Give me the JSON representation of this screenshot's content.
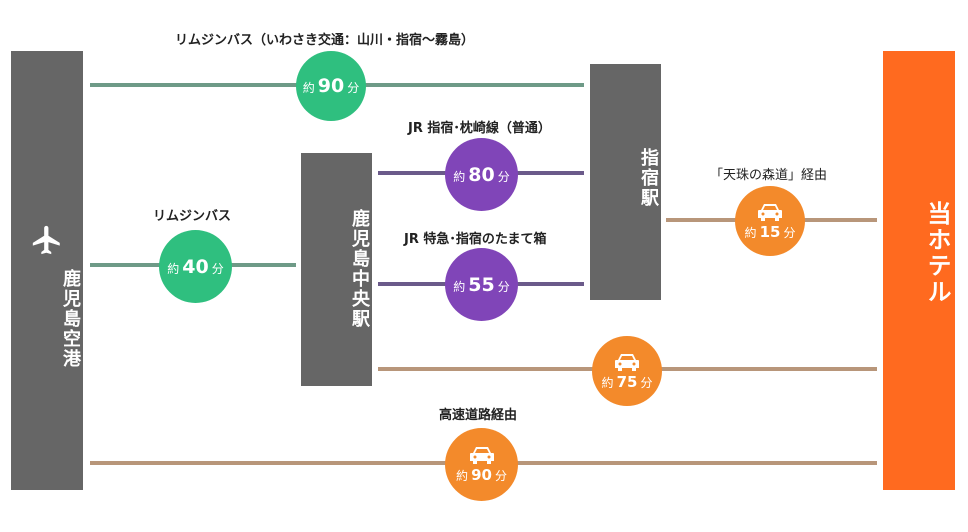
{
  "stations": {
    "airport": "鹿児島空港",
    "chuo": "鹿児島中央駅",
    "ibusuki": "指宿駅",
    "hotel": "当ホテル"
  },
  "routes": {
    "bus_top": {
      "label": "リムジンバス（いわさき交通：山川・指宿〜霧島）",
      "prefix": "約",
      "value": "90",
      "unit": "分"
    },
    "bus_mid": {
      "label": "リムジンバス",
      "prefix": "約",
      "value": "40",
      "unit": "分"
    },
    "jr_local": {
      "label": "JR 指宿･枕崎線（普通）",
      "prefix": "約",
      "value": "80",
      "unit": "分"
    },
    "jr_express": {
      "label": "JR 特急･指宿のたまて箱",
      "prefix": "約",
      "value": "55",
      "unit": "分"
    },
    "car_forest": {
      "label": "「天珠の森道」経由",
      "prefix": "約",
      "value": "15",
      "unit": "分"
    },
    "car_chuo": {
      "prefix": "約",
      "value": "75",
      "unit": "分"
    },
    "car_highway": {
      "label": "高速道路経由",
      "prefix": "約",
      "value": "90",
      "unit": "分"
    }
  },
  "icons": {
    "airport": "airplane-icon",
    "car": "car-icon"
  },
  "colors": {
    "station_bar": "#666666",
    "hotel_bar": "#ff6a1f",
    "bus_circle": "#2fbf7f",
    "rail_circle": "#8045b8",
    "car_circle": "#f38a2b",
    "bus_line": "#6e9a87",
    "rail_line": "#6b5a8a",
    "car_line": "#b8967a"
  }
}
